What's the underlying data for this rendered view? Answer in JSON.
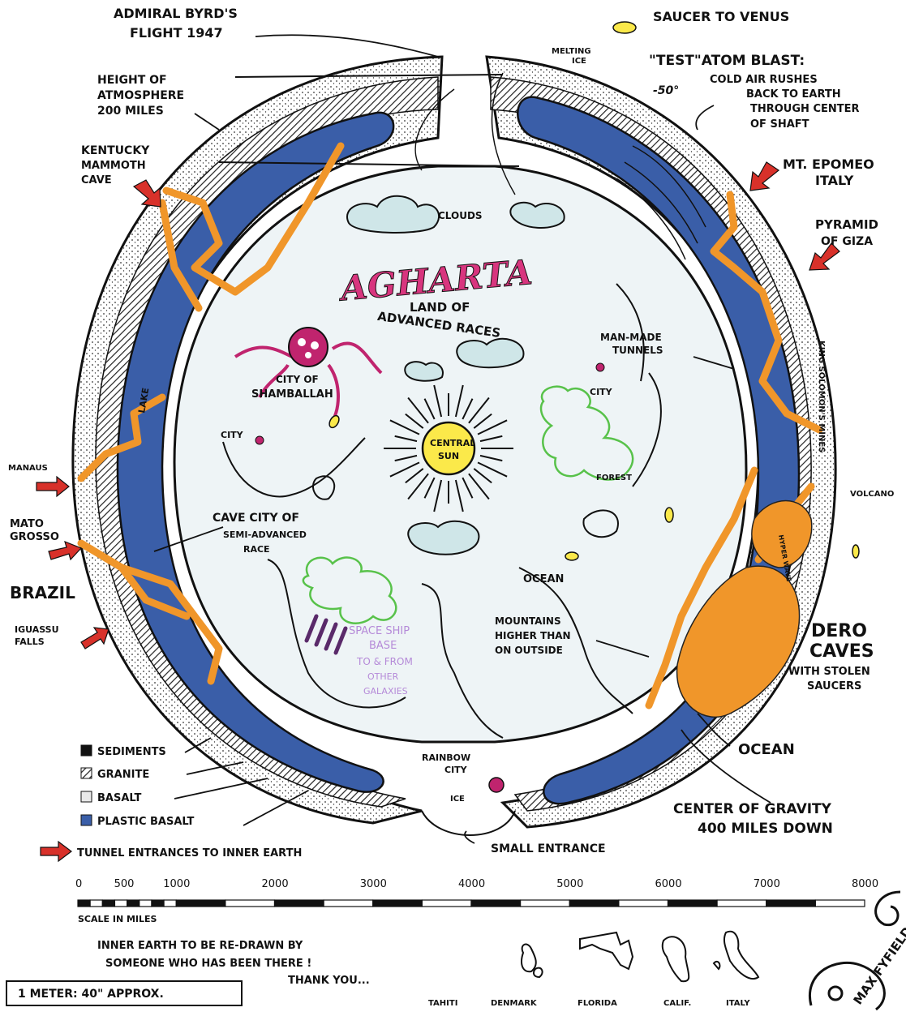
{
  "labels": {
    "byrd": [
      "ADMIRAL BYRD'S",
      "FLIGHT 1947"
    ],
    "saucer_venus": "SAUCER TO VENUS",
    "melting_ice": [
      "MELTING",
      "ICE"
    ],
    "test_atom": "\"TEST\"ATOM BLAST:",
    "test_atom_desc": [
      "COLD AIR RUSHES",
      "BACK TO EARTH",
      "THROUGH CENTER",
      "OF SHAFT"
    ],
    "deg": "-50°",
    "atmosphere": [
      "HEIGHT OF",
      "ATMOSPHERE",
      "200 MILES"
    ],
    "kentucky": [
      "KENTUCKY",
      "MAMMOTH",
      "CAVE"
    ],
    "epomeo": [
      "MT. EPOMEO",
      "ITALY"
    ],
    "pyramid": [
      "PYRAMID",
      "OF GIZA"
    ],
    "clouds": "CLOUDS",
    "agharta": "AGHARTA",
    "land_of": [
      "LAND OF",
      "ADVANCED RACES"
    ],
    "shamballah": [
      "CITY OF",
      "SHAMBALLAH"
    ],
    "man_made": [
      "MAN-MADE",
      "TUNNELS"
    ],
    "king_solomon": "KING SOLOMON'S MINES",
    "lake": "LAKE",
    "city_left": "CITY",
    "city_right": "CITY",
    "central_sun": [
      "CENTRAL",
      "SUN"
    ],
    "forest": "FOREST",
    "manaus": "MANAUS",
    "volcano": "VOLCANO",
    "mato_grosso": [
      "MATO",
      "GROSSO"
    ],
    "cave_city": [
      "CAVE CITY OF",
      "SEMI-ADVANCED",
      "RACE"
    ],
    "brazil": "BRAZIL",
    "ocean_inner": "OCEAN",
    "iguassu": [
      "IGUASSU",
      "FALLS"
    ],
    "mountains": [
      "MOUNTAINS",
      "HIGHER THAN",
      "ON OUTSIDE"
    ],
    "space_ship": [
      "SPACE SHIP",
      "BASE",
      "TO & FROM",
      "OTHER",
      "GALAXIES"
    ],
    "dero": [
      "DERO",
      "CAVES"
    ],
    "dero_sub": [
      "WITH STOLEN",
      "SAUCERS"
    ],
    "hyper_wave": "HYPER WAVE",
    "ocean_outer": "OCEAN",
    "rainbow_city": [
      "RAINBOW",
      "CITY"
    ],
    "ice_bottom": "ICE",
    "gravity": [
      "CENTER OF GRAVITY",
      "400 MILES DOWN"
    ],
    "small_entrance": "SMALL ENTRANCE"
  },
  "legend": {
    "items": [
      {
        "label": "SEDIMENTS",
        "color": "#111111"
      },
      {
        "label": "GRANITE",
        "color": "#777777"
      },
      {
        "label": "BASALT",
        "color": "#e8e8e8"
      },
      {
        "label": "PLASTIC BASALT",
        "color": "#3a5ea8"
      }
    ],
    "tunnel_label": "TUNNEL ENTRANCES TO INNER EARTH"
  },
  "scale": {
    "ticks": [
      "0",
      "500",
      "1000",
      "2000",
      "3000",
      "4000",
      "5000",
      "6000",
      "7000",
      "8000"
    ],
    "caption": "SCALE IN MILES"
  },
  "footer": {
    "note": [
      "INNER EARTH TO BE RE-DRAWN BY",
      "SOMEONE WHO HAS BEEN THERE !",
      "THANK YOU..."
    ],
    "meter_box": "1 METER: 40\" APPROX.",
    "places": [
      "TAHITI",
      "DENMARK",
      "FLORIDA",
      "CALIF.",
      "ITALY"
    ],
    "signature": "MAX FYFIELD"
  },
  "colors": {
    "plastic_basalt": "#3a5ea8",
    "tunnel": "#f0962a",
    "inner_sky": "#eef4f6",
    "agharta": "#d8357e",
    "sun": "#fbe94a",
    "forest": "#58c24a",
    "space_base": "#b58ad8",
    "cloud": "#cfe6e8",
    "arrow": "#d8312a"
  }
}
